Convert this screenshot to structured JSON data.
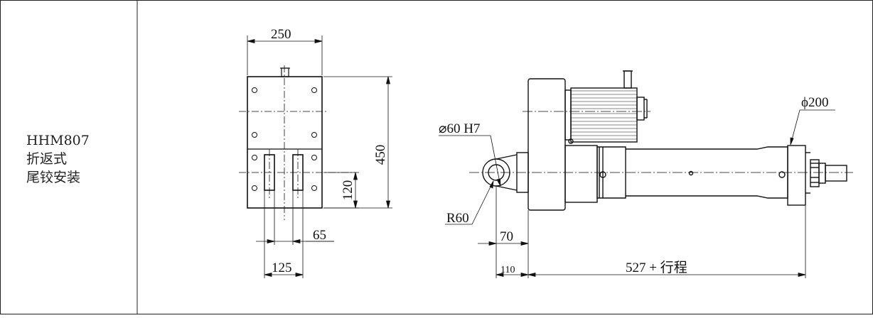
{
  "model_label": {
    "line1": "HHM807",
    "line2": "折返式",
    "line3": "尾铰安装"
  },
  "dimensions": {
    "front_width": "250",
    "front_height": "450",
    "front_lower": "120",
    "slot_offset": "65",
    "slot_spacing": "125",
    "bore": "⌀60 H7",
    "radius": "R60",
    "clevis_len": "70",
    "clevis_offset": "110",
    "body_length": "527 + 行程",
    "rod_diameter": "ϕ200"
  }
}
